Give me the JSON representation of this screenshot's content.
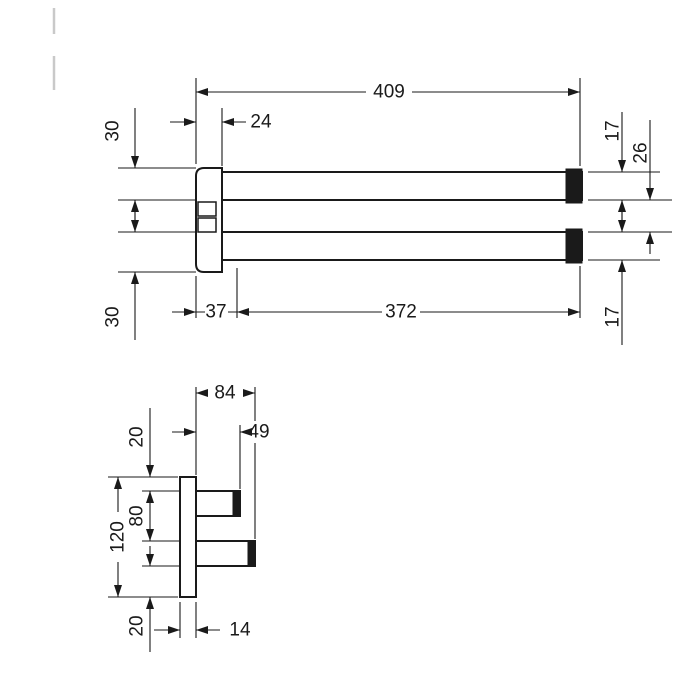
{
  "drawing": {
    "product": "double-towel-bar-technical-drawing",
    "front_view": {
      "total_length": "409",
      "mount_depth": "24",
      "top_margin": "30",
      "bar_thickness_top": "17",
      "bar_gap": "26",
      "arm_length": "372",
      "hinge_offset": "37",
      "bottom_margin": "30",
      "bar_thickness_bottom": "17"
    },
    "side_view": {
      "total_depth": "84",
      "upper_arm_depth": "49",
      "top_offset": "20",
      "plate_height": "120",
      "arm_spacing": "80",
      "bottom_offset": "20",
      "plate_depth": "14"
    }
  }
}
